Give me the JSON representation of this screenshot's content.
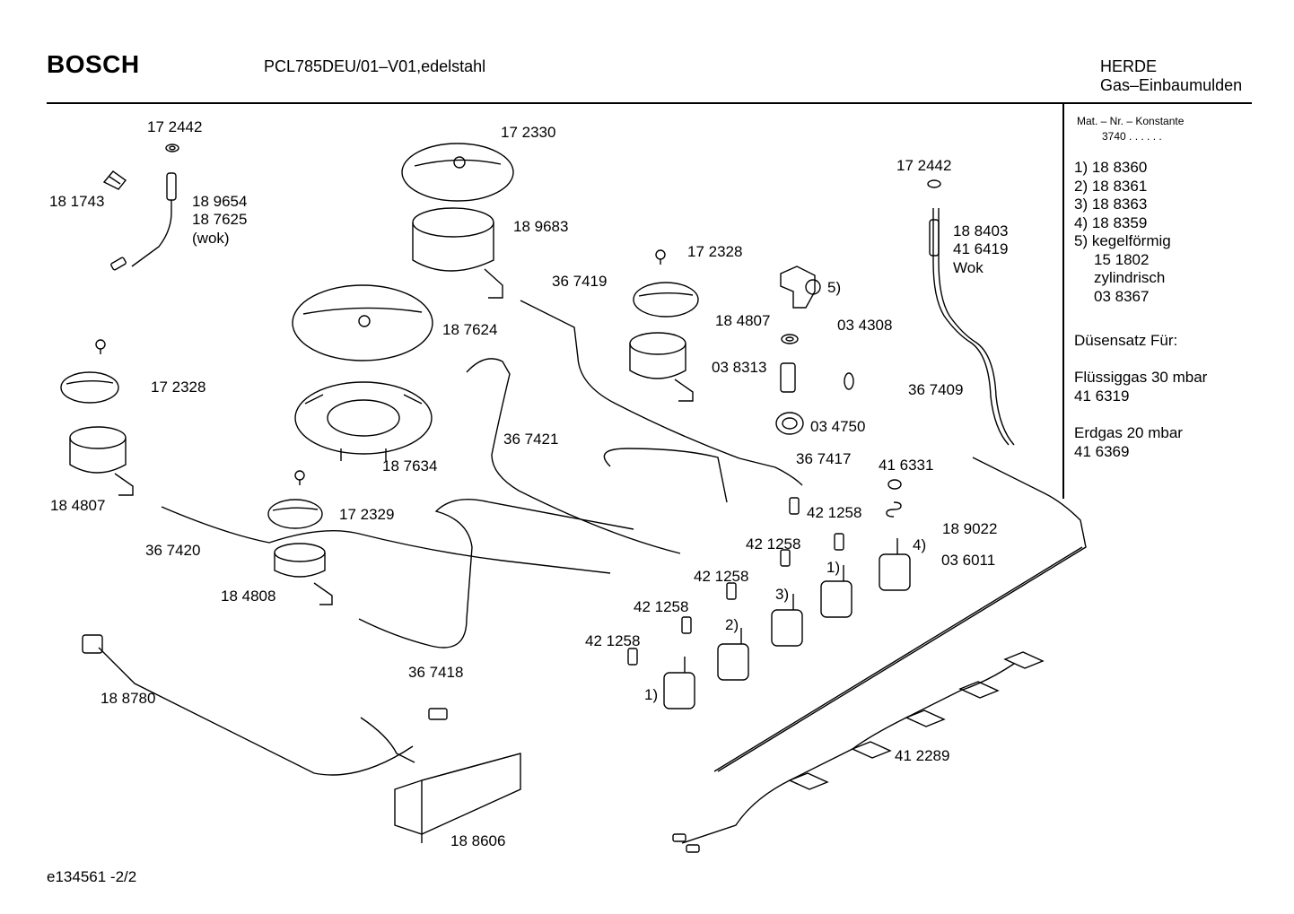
{
  "header": {
    "brand": "BOSCH",
    "model": "PCL785DEU/01–V01,edelstahl",
    "category_1": "HERDE",
    "category_2": "Gas–Einbaumulden"
  },
  "sidebar": {
    "mat_header": "Mat. – Nr. – Konstante",
    "mat_value": "3740  .  .    .  .  .  .",
    "list": [
      "1)  18 8360",
      "2)  18 8361",
      "3)  18 8363",
      "4)  18 8359",
      "5)  kegelförmig",
      "15 1802",
      "zylindrisch",
      "03 8367"
    ],
    "nozzle_title": "Düsensatz Für:",
    "lpg_label": "Flüssiggas 30 mbar",
    "lpg_value": "41 6319",
    "ng_label": "Erdgas 20 mbar",
    "ng_value": "41 6369"
  },
  "part_labels": [
    "17 2442",
    "18 1743",
    "18 9654",
    "18 7625",
    "(wok)",
    "17 2330",
    "18 9683",
    "17 2442",
    "18 8403",
    "41 6419",
    "Wok",
    "17 2328",
    "36 7419",
    "5)",
    "18 4807",
    "03 4308",
    "18 7624",
    "03 8313",
    "36 7409",
    "17 2328",
    "03 4750",
    "36 7421",
    "36 7417",
    "18 7634",
    "41 6331",
    "18 4807",
    "17 2329",
    "42 1258",
    "18 9022",
    "42 1258",
    "4)",
    "36 7420",
    "03 6011",
    "1)",
    "42 1258",
    "18 4808",
    "3)",
    "42 1258",
    "2)",
    "42 1258",
    "36 7418",
    "1)",
    "18 8780",
    "41 2289",
    "18 8606"
  ],
  "footer": "e134561  -2/2"
}
